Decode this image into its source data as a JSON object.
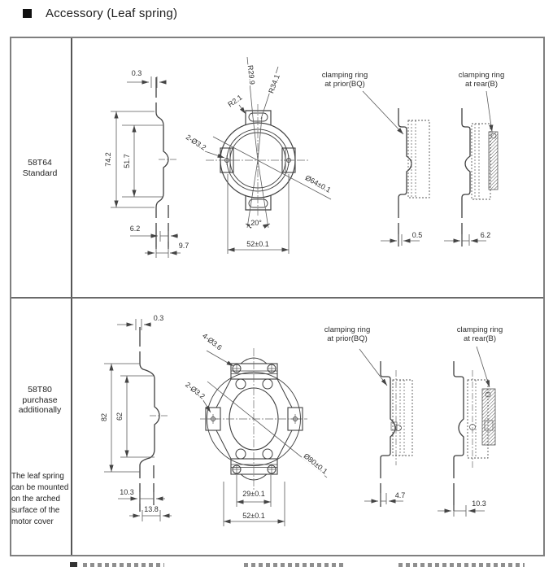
{
  "header": {
    "title": "Accessory (Leaf spring)"
  },
  "rows": [
    {
      "model": "58T64",
      "variant": "Standard",
      "profile": {
        "d_top": "0.3",
        "d_outer": "74.2",
        "d_inner": "51.7",
        "d_b1": "6.2",
        "d_b2": "9.7"
      },
      "ring": {
        "r1": "R29.9",
        "r2": "R34.1",
        "r3": "R2.1",
        "holes": "2-Ø3.2",
        "dia": "Ø64±0.1",
        "angle": "20°",
        "width": "52±0.1"
      },
      "prior": {
        "l1": "clamping ring",
        "l2": "at prior(BQ)",
        "dim": "0.5"
      },
      "rear": {
        "l1": "clamping ring",
        "l2": "at rear(B)",
        "dim": "6.2"
      }
    },
    {
      "model": "58T80",
      "variant": "purchase",
      "variant2": "additionally",
      "note": [
        "The leaf spring",
        "can be mounted",
        "on the arched",
        "surface of the",
        "motor cover"
      ],
      "profile": {
        "d_top": "0.3",
        "d_outer": "82",
        "d_inner": "62",
        "d_b1": "10.3",
        "d_b2": "13.8"
      },
      "ring": {
        "screws": "4-Ø3.6",
        "holes": "2-Ø3.2",
        "dia": "Ø80±0.1",
        "inner_w": "29±0.1",
        "width": "52±0.1"
      },
      "prior": {
        "l1": "clamping ring",
        "l2": "at prior(BQ)",
        "dim": "4.7"
      },
      "rear": {
        "l1": "clamping ring",
        "l2": "at rear(B)",
        "dim": "10.3"
      }
    }
  ],
  "colors": {
    "line": "#3f3f3f",
    "thin": "#5a5a5a",
    "border": "#7f7f7f",
    "text": "#2e2e2e"
  }
}
